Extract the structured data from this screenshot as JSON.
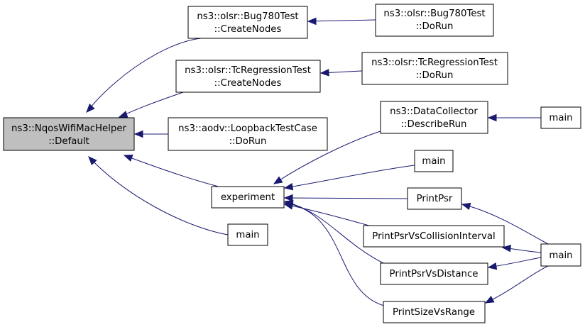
{
  "colors": {
    "edge": "#191970",
    "highlight_fill": "#bfbfbf",
    "node_border": "#000000",
    "background": "#ffffff"
  },
  "nodes": {
    "nqos_default": {
      "lines": [
        "ns3::NqosWifiMacHelper",
        "::Default"
      ]
    },
    "bug780_createnodes": {
      "lines": [
        "ns3::olsr::Bug780Test",
        "::CreateNodes"
      ]
    },
    "bug780_dorun": {
      "lines": [
        "ns3::olsr::Bug780Test",
        "::DoRun"
      ]
    },
    "tcreg_createnodes": {
      "lines": [
        "ns3::olsr::TcRegressionTest",
        "::CreateNodes"
      ]
    },
    "tcreg_dorun": {
      "lines": [
        "ns3::olsr::TcRegressionTest",
        "::DoRun"
      ]
    },
    "aodv_dorun": {
      "lines": [
        "ns3::aodv::LoopbackTestCase",
        "::DoRun"
      ]
    },
    "experiment": {
      "lines": [
        "experiment"
      ]
    },
    "main_a": {
      "lines": [
        "main"
      ]
    },
    "datacollector_describerun": {
      "lines": [
        "ns3::DataCollector",
        "::DescribeRun"
      ]
    },
    "main_b": {
      "lines": [
        "main"
      ]
    },
    "main_c": {
      "lines": [
        "main"
      ]
    },
    "printpsr": {
      "lines": [
        "PrintPsr"
      ]
    },
    "printpsr_collision": {
      "lines": [
        "PrintPsrVsCollisionInterval"
      ]
    },
    "printpsr_distance": {
      "lines": [
        "PrintPsrVsDistance"
      ]
    },
    "printsize_range": {
      "lines": [
        "PrintSizeVsRange"
      ]
    },
    "main_d": {
      "lines": [
        "main"
      ]
    }
  },
  "edges": [
    [
      "bug780_createnodes",
      "nqos_default"
    ],
    [
      "tcreg_createnodes",
      "nqos_default"
    ],
    [
      "aodv_dorun",
      "nqos_default"
    ],
    [
      "experiment",
      "nqos_default"
    ],
    [
      "main_a",
      "nqos_default"
    ],
    [
      "bug780_dorun",
      "bug780_createnodes"
    ],
    [
      "tcreg_dorun",
      "tcreg_createnodes"
    ],
    [
      "datacollector_describerun",
      "experiment"
    ],
    [
      "main_c",
      "experiment"
    ],
    [
      "printpsr",
      "experiment"
    ],
    [
      "printpsr_collision",
      "experiment"
    ],
    [
      "printpsr_distance",
      "experiment"
    ],
    [
      "printsize_range",
      "experiment"
    ],
    [
      "main_b",
      "datacollector_describerun"
    ],
    [
      "main_d",
      "printpsr"
    ],
    [
      "main_d",
      "printpsr_collision"
    ],
    [
      "main_d",
      "printpsr_distance"
    ],
    [
      "main_d",
      "printsize_range"
    ]
  ]
}
